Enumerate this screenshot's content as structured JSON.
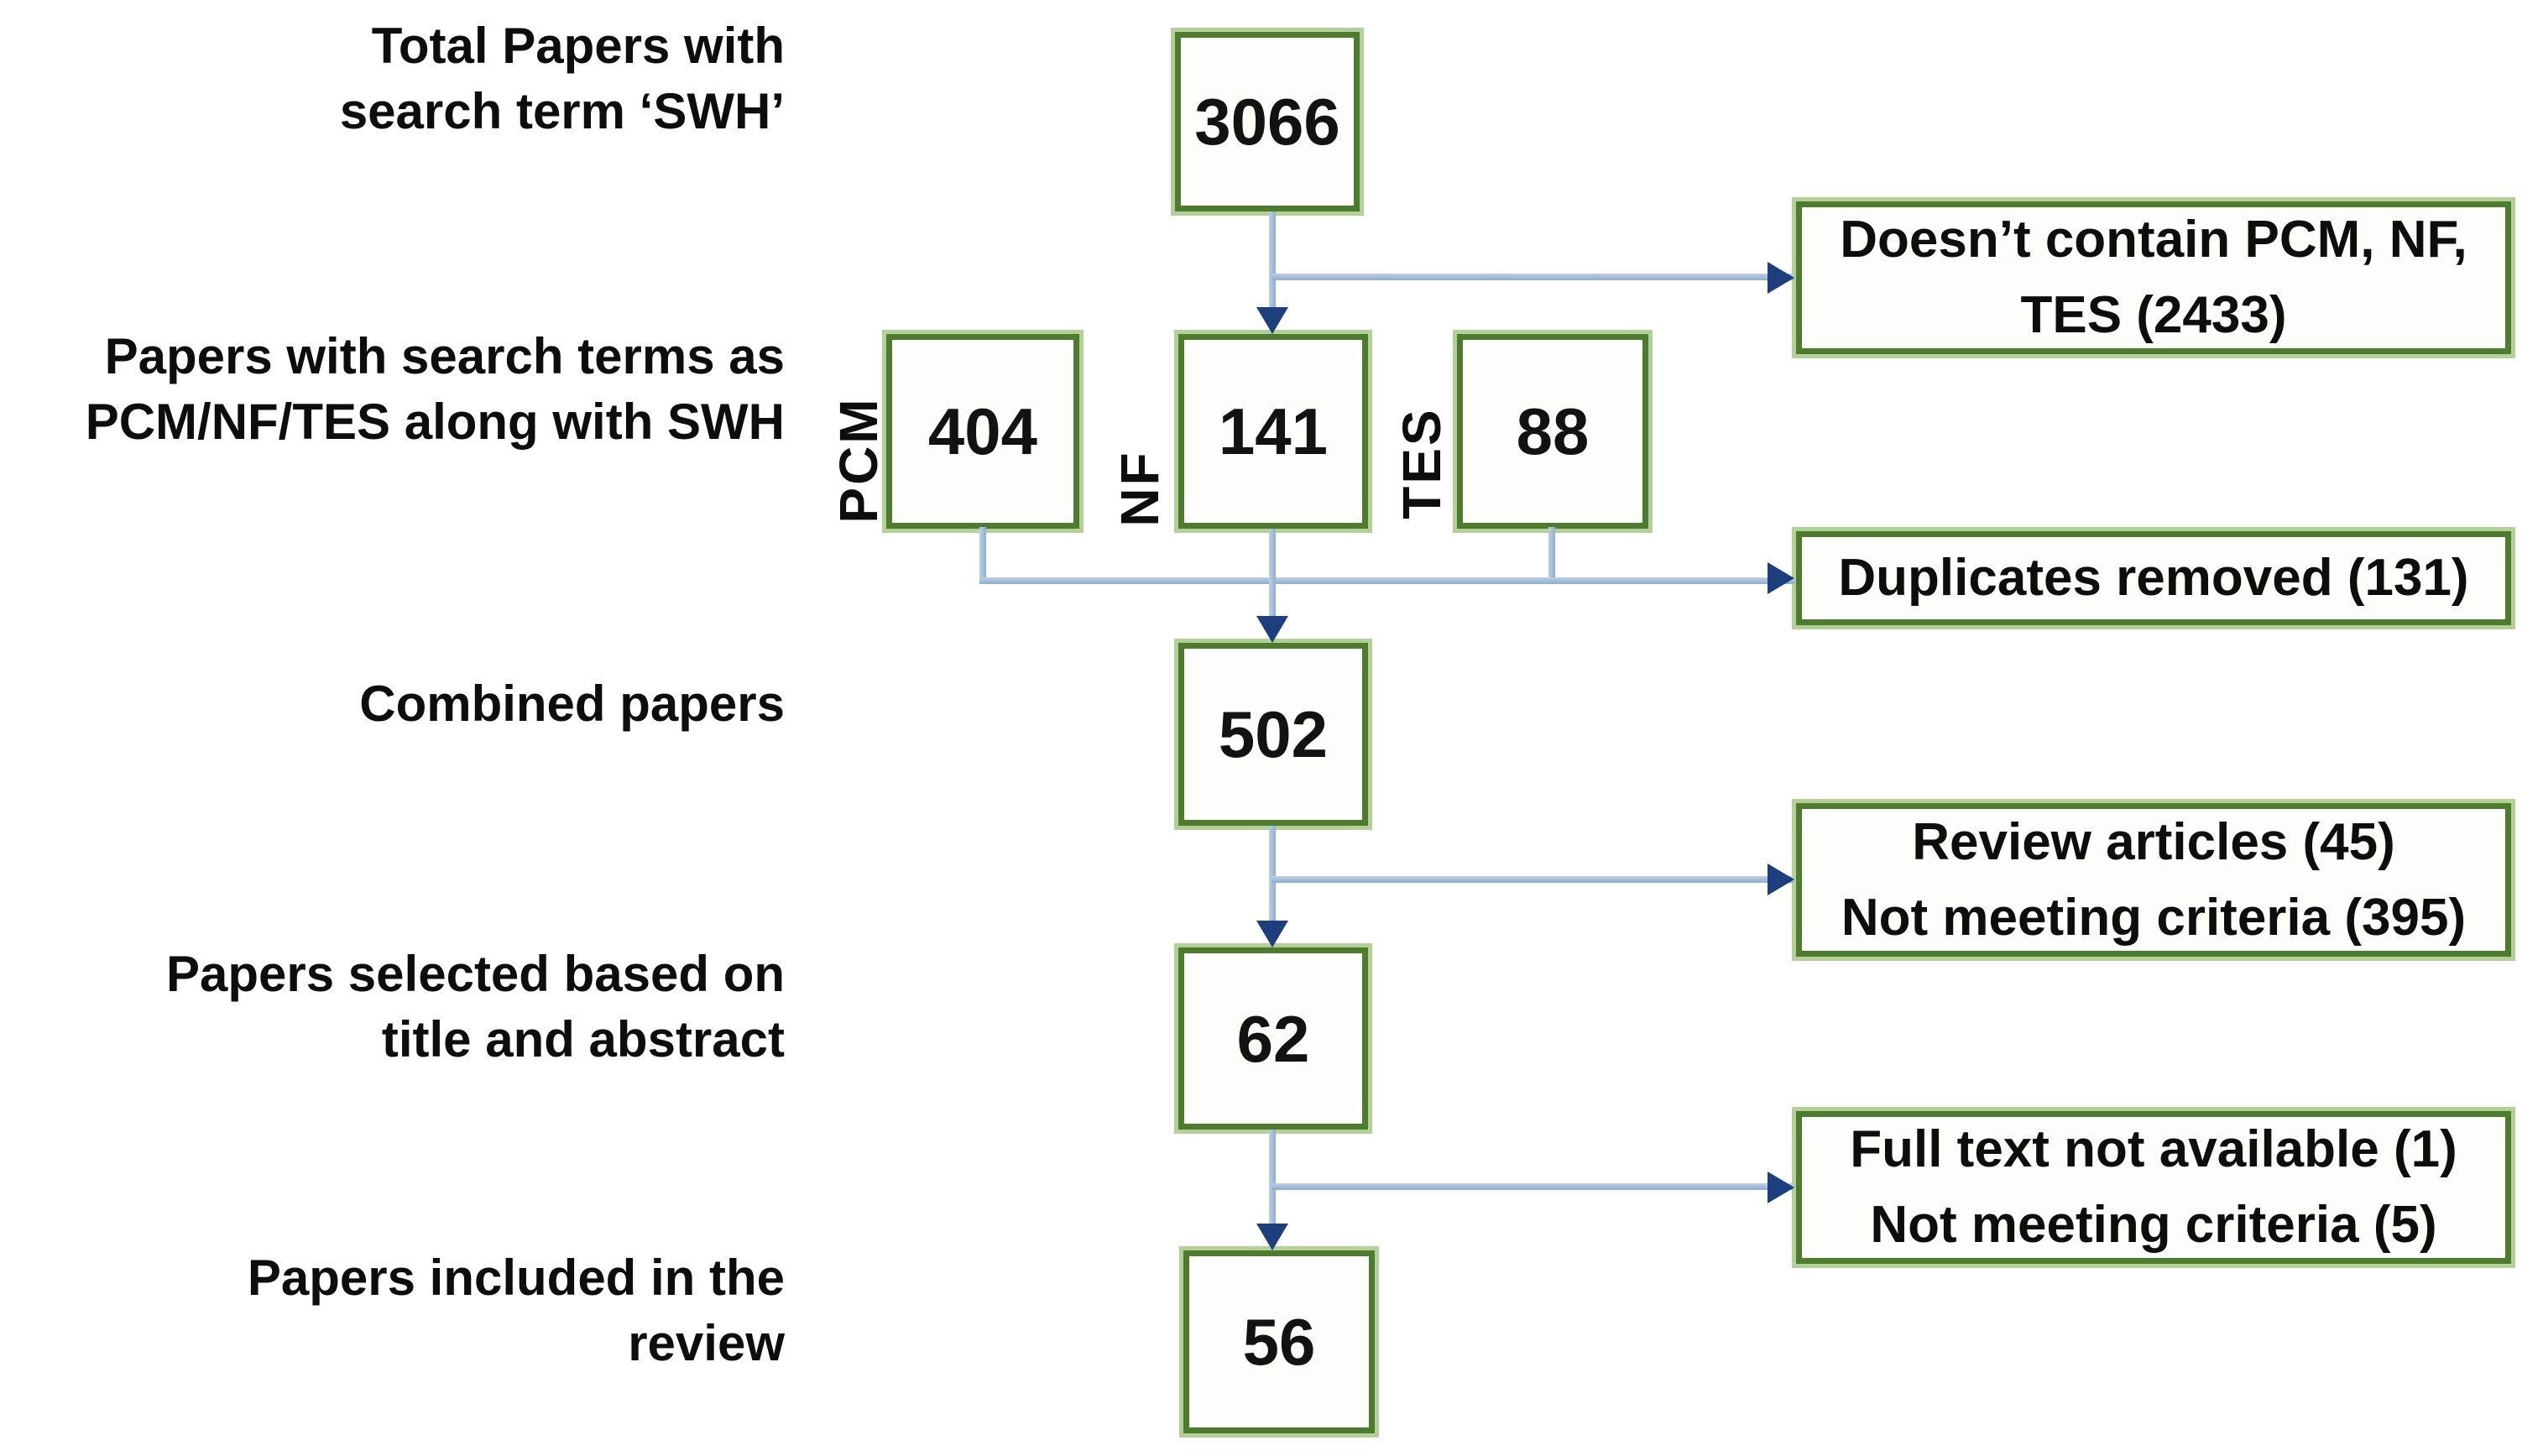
{
  "flowchart": {
    "stage_labels": [
      "Total Papers with\nsearch term ‘SWH’",
      "Papers with search terms as\nPCM/NF/TES along with SWH",
      "Combined papers",
      "Papers selected based on\ntitle and abstract",
      "Papers included in the\nreview"
    ],
    "count_boxes": {
      "total": "3066",
      "pcm": "404",
      "nf": "141",
      "tes": "88",
      "combined": "502",
      "selected": "62",
      "included": "56"
    },
    "category_labels": {
      "pcm": "PCM",
      "nf": "NF",
      "tes": "TES"
    },
    "exclusion_boxes": [
      "Doesn’t contain PCM, NF,\nTES (2433)",
      "Duplicates removed (131)",
      "Review articles (45)\nNot meeting criteria (395)",
      "Full text not available (1)\nNot meeting criteria (5)"
    ],
    "colors": {
      "box_border_green": "#4e7c2f",
      "box_glow_green": "#b2d097",
      "connector_blue": "#9db7d4",
      "arrowhead_navy": "#1e3f7d",
      "text_color": "#0d0d0d"
    }
  }
}
